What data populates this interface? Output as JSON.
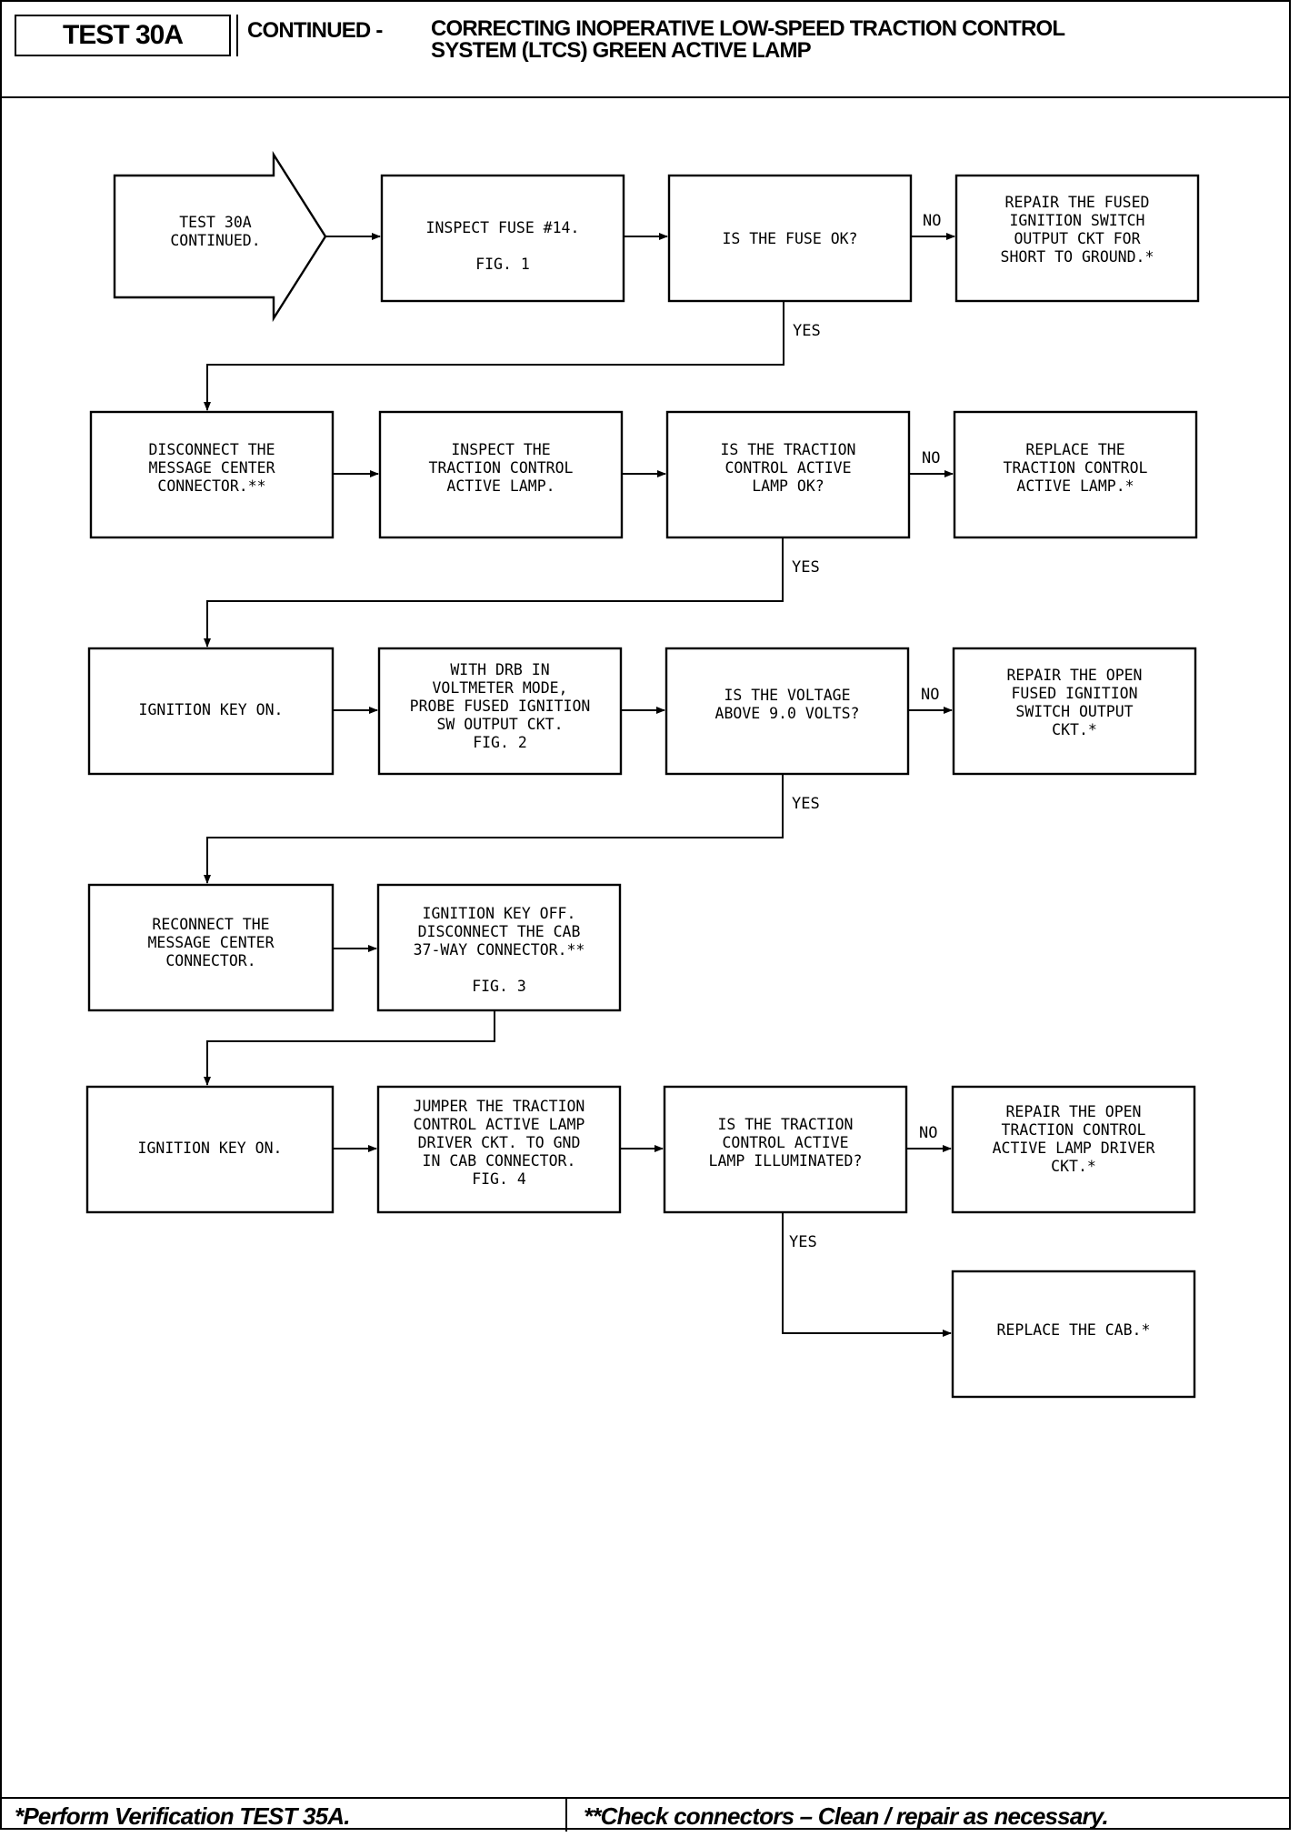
{
  "header": {
    "test_id": "TEST 30A",
    "continued": "CONTINUED -",
    "title_line1": "CORRECTING INOPERATIVE LOW-SPEED TRACTION CONTROL",
    "title_line2": "SYSTEM (LTCS) GREEN ACTIVE LAMP"
  },
  "flow": {
    "start": [
      "TEST 30A",
      "CONTINUED."
    ],
    "r1": {
      "inspect": [
        "INSPECT FUSE #14.",
        "",
        "FIG. 1"
      ],
      "question": [
        "IS THE FUSE OK?"
      ],
      "no_label": "NO",
      "no_action": [
        "REPAIR THE FUSED",
        "IGNITION SWITCH",
        "OUTPUT CKT FOR",
        "SHORT TO GROUND.*"
      ],
      "yes_label": "YES"
    },
    "r2": {
      "a": [
        "DISCONNECT THE",
        "MESSAGE CENTER",
        "CONNECTOR.**"
      ],
      "b": [
        "INSPECT THE",
        "TRACTION CONTROL",
        "ACTIVE LAMP."
      ],
      "question": [
        "IS THE TRACTION",
        "CONTROL ACTIVE",
        "LAMP OK?"
      ],
      "no_label": "NO",
      "no_action": [
        "REPLACE THE",
        "TRACTION CONTROL",
        "ACTIVE LAMP.*"
      ],
      "yes_label": "YES"
    },
    "r3": {
      "a": [
        "IGNITION KEY ON."
      ],
      "b": [
        "WITH DRB IN",
        "VOLTMETER MODE,",
        "PROBE FUSED IGNITION",
        "SW OUTPUT CKT.",
        "FIG. 2"
      ],
      "question": [
        "IS THE VOLTAGE",
        "ABOVE 9.0 VOLTS?"
      ],
      "no_label": "NO",
      "no_action": [
        "REPAIR THE OPEN",
        "FUSED IGNITION",
        "SWITCH OUTPUT",
        "CKT.*"
      ],
      "yes_label": "YES"
    },
    "r4": {
      "a": [
        "RECONNECT THE",
        "MESSAGE CENTER",
        "CONNECTOR."
      ],
      "b": [
        "IGNITION KEY OFF.",
        "DISCONNECT THE CAB",
        "37-WAY CONNECTOR.**",
        "",
        "FIG. 3"
      ]
    },
    "r5": {
      "a": [
        "IGNITION KEY ON."
      ],
      "b": [
        "JUMPER THE TRACTION",
        "CONTROL ACTIVE LAMP",
        "DRIVER CKT. TO GND",
        "IN CAB CONNECTOR.",
        "FIG. 4"
      ],
      "question": [
        "IS THE TRACTION",
        "CONTROL ACTIVE",
        "LAMP ILLUMINATED?"
      ],
      "no_label": "NO",
      "no_action": [
        "REPAIR THE OPEN",
        "TRACTION CONTROL",
        "ACTIVE LAMP DRIVER",
        "CKT.*"
      ],
      "yes_label": "YES",
      "yes_action": [
        "REPLACE THE CAB.*"
      ]
    }
  },
  "footer": {
    "left": "*Perform Verification TEST 35A.",
    "right": "**Check connectors – Clean / repair as necessary."
  }
}
